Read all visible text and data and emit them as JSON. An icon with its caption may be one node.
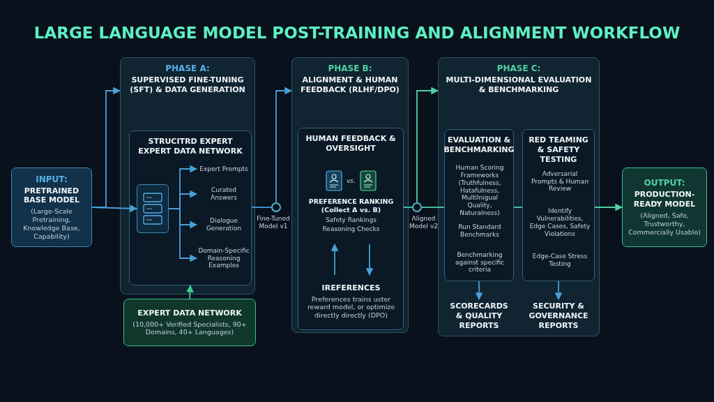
{
  "diagram": {
    "title": "LARGE LANGUAGE MODEL POST-TRAINING AND ALIGNMENT WORKFLOW",
    "nodes": [
      {
        "text": [
          "INPUT:",
          "PRETRAINED BASE MODEL",
          "(Large-Scale Pretraining, Knowledge Base, Capability)"
        ]
      },
      {
        "text": [
          "PHASE A:",
          "SUPERVISED FINE-TUNING (SFT) & DATA GENERATION"
        ]
      },
      {
        "text": [
          "STRUCITRD EXPERT EXPERT DATA NETWORK"
        ],
        "in": 1
      },
      {
        "text": [],
        "shape": "box",
        "in": 2
      },
      {
        "text": [
          "Expert Prompts"
        ],
        "in": 2
      },
      {
        "text": [
          "Curated Answers"
        ],
        "in": 2
      },
      {
        "text": [
          "Dialogue Generation"
        ],
        "in": 2
      },
      {
        "text": [
          "Domain-Specific Reasoning Examples"
        ],
        "in": 2
      },
      {
        "text": [],
        "shape": "circle",
        "beside": [
          "Fine-Tuned Model v1"
        ]
      },
      {
        "text": [
          "EXPERT DATA NETWORK",
          "(10,000+ Verified Specialists, 90+ Domains, 40+ Languages)"
        ]
      },
      {
        "text": [
          "PHASE B:",
          "ALIGNMENT & HUMAN FEEDBACK (RLHF/DPO)"
        ]
      },
      {
        "text": [
          "HUMAN FEEDBACK & OVERSIGHT"
        ],
        "in": 10
      },
      {
        "text": [
          "vs.",
          "PREFERENCE RANKING (Collect A vs. B)",
          "Safety Rankings",
          "Reasoning Checks"
        ],
        "in": 11
      },
      {
        "text": [
          "IREFERENCES",
          "Preferences trains uster reward model, or optimize directly directly (DPO)"
        ],
        "in": 11
      },
      {
        "text": [],
        "shape": "circle",
        "beside": [
          "Aligned Model v2"
        ]
      },
      {
        "text": [
          "PHASE C:",
          "MULTI-DIMENSIONAL EVALUATION & BENCHMARKING"
        ]
      },
      {
        "text": [
          "EVALUATION & BENCHMARKING"
        ],
        "in": 15
      },
      {
        "text": [
          "Human Scoring Frameworks (Truthfulness, Hatafulness, Multilnigual Quality, Naturalness)"
        ],
        "in": 16
      },
      {
        "text": [
          "Run Standard Benchmarks"
        ],
        "in": 16
      },
      {
        "text": [
          "Benchmarking against specific criteria"
        ],
        "in": 16
      },
      {
        "text": [
          "RED TEAMING & SAFETY TESTING"
        ],
        "in": 15
      },
      {
        "text": [
          "Adversarial Prompts & Human Review"
        ],
        "in": 20
      },
      {
        "text": [
          "Identify Vulnerabilities, Edge Cases, Safety Violations"
        ],
        "in": 20
      },
      {
        "text": [
          "Edge-Case Stress Testing"
        ],
        "in": 20
      },
      {
        "text": [
          "SCORECARDS & QUALITY REPORTS"
        ],
        "in": 15
      },
      {
        "text": [
          "SECURITY & GOVERNANCE REPORTS"
        ],
        "in": 15
      },
      {
        "text": [
          "OUTPUT:",
          "PRODUCTION-READY MODEL",
          "(Aligned, Safe, Trustworthy, Commercially Usable)"
        ]
      }
    ],
    "edges": [
      {
        "from": 0,
        "to": 1,
        "arrow": "to"
      },
      {
        "from": 0,
        "to": 3,
        "arrow": "to"
      },
      {
        "from": 3,
        "to": 4,
        "arrow": "to"
      },
      {
        "from": 3,
        "to": 5,
        "arrow": "to"
      },
      {
        "from": 3,
        "to": 6,
        "arrow": "to"
      },
      {
        "from": 3,
        "to": 7,
        "arrow": "to"
      },
      {
        "from": 9,
        "to": 2,
        "arrow": "to",
        "color": "#3ecf8e"
      },
      {
        "from": 2,
        "to": 8,
        "arrow": "none"
      },
      {
        "from": 8,
        "to": 10,
        "arrow": "to"
      },
      {
        "from": 12,
        "to": 13,
        "arrow": "to"
      },
      {
        "from": 13,
        "to": 12,
        "arrow": "to"
      },
      {
        "from": 11,
        "to": 14,
        "arrow": "none",
        "color": "#4fd1a5"
      },
      {
        "from": 14,
        "to": 15,
        "arrow": "to",
        "color": "#4fd1a5"
      },
      {
        "from": 14,
        "to": 16,
        "arrow": "none",
        "color": "#4fd1a5"
      },
      {
        "from": 16,
        "to": 20,
        "arrow": "none",
        "color": "#4fd1a5"
      },
      {
        "from": 20,
        "to": 26,
        "arrow": "to",
        "color": "#4fd1a5"
      },
      {
        "from": 16,
        "to": 24,
        "arrow": "to"
      },
      {
        "from": 20,
        "to": 25,
        "arrow": "to"
      }
    ]
  }
}
